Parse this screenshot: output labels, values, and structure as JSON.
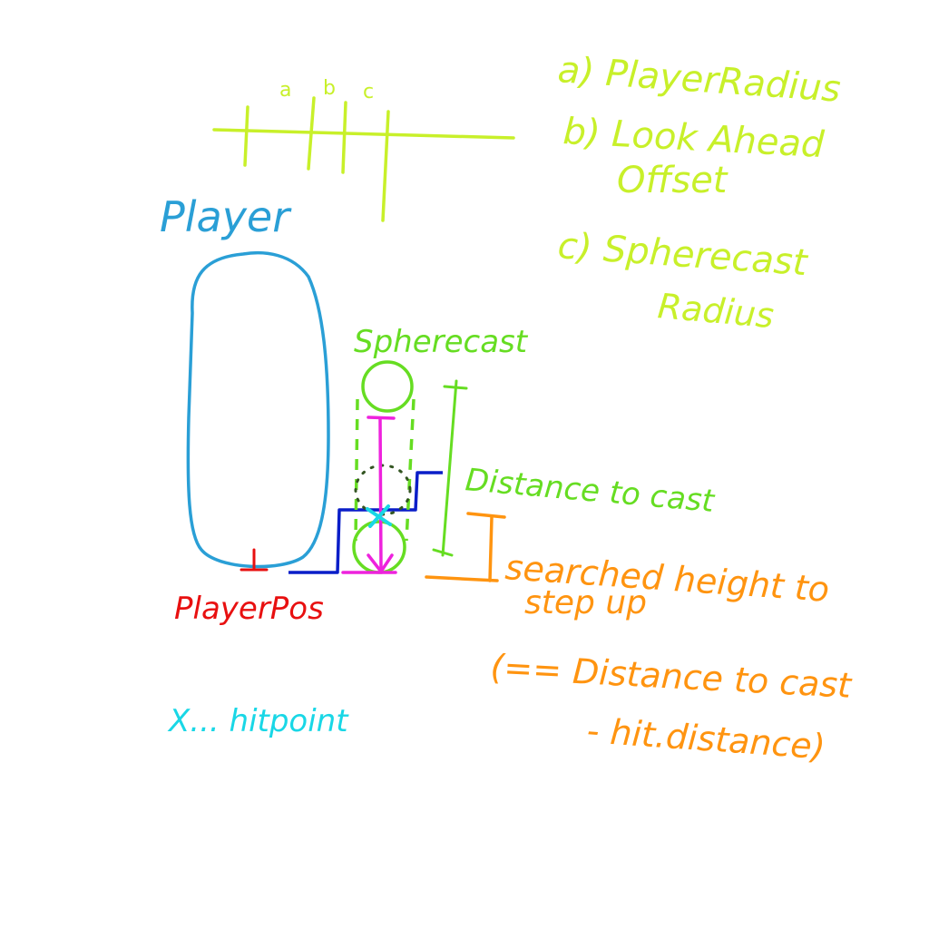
{
  "colors": {
    "yellow_green": "#c8f02a",
    "green": "#66dd22",
    "player_blue": "#2a9fd6",
    "step_blue": "#0a1ec8",
    "red": "#e81010",
    "cyan": "#19d7e6",
    "magenta": "#ee22dd",
    "orange": "#ff9410",
    "dark_dots": "#335522"
  },
  "legend": {
    "tick_a": "a",
    "tick_b": "b",
    "tick_c": "c",
    "line_a": "a) PlayerRadius",
    "line_b1": "b) Look Ahead",
    "line_b2": "Offset",
    "line_c1": "c) Spherecast",
    "line_c2": "Radius"
  },
  "labels": {
    "player": "Player",
    "spherecast": "Spherecast",
    "distance_to_cast": "Distance to cast",
    "player_pos": "PlayerPos",
    "hitpoint": "X... hitpoint"
  },
  "note": {
    "line1": "searched height to",
    "line2": "step up",
    "line3": "(== Distance to cast",
    "line4": "- hit.distance)"
  }
}
